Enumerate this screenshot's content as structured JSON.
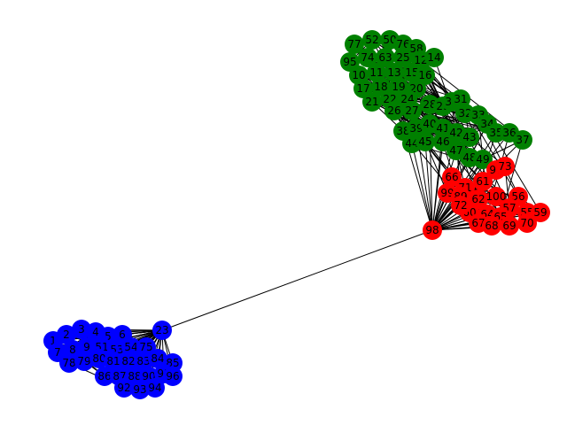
{
  "colors": {
    "green_cluster": "#008000",
    "red_cluster": "#ff0000",
    "blue_cluster": "#0000ff",
    "edge": "#000000",
    "label": "#000000"
  },
  "clusters": {
    "green": {
      "color_key": "green_cluster",
      "nodes": [
        "77",
        "52",
        "50",
        "76",
        "58",
        "95",
        "74",
        "63",
        "25",
        "12",
        "14",
        "10",
        "11",
        "13",
        "15",
        "16",
        "17",
        "18",
        "19",
        "20",
        "21",
        "22",
        "24",
        "26",
        "27",
        "28",
        "29",
        "30",
        "31",
        "32",
        "33",
        "34",
        "35",
        "36",
        "37",
        "38",
        "39",
        "40",
        "41",
        "42",
        "43",
        "44",
        "45",
        "46",
        "47",
        "48",
        "49"
      ]
    },
    "red": {
      "color_key": "red_cluster",
      "nodes": [
        "98",
        "97",
        "66",
        "61",
        "71",
        "99",
        "89",
        "62",
        "100",
        "56",
        "57",
        "55",
        "59",
        "60",
        "64",
        "65",
        "67",
        "68",
        "69",
        "70",
        "72",
        "73"
      ]
    },
    "blue": {
      "color_key": "blue_cluster",
      "nodes": [
        "23",
        "1",
        "2",
        "3",
        "4",
        "5",
        "6",
        "7",
        "8",
        "9",
        "51",
        "53",
        "54",
        "75",
        "78",
        "79",
        "80",
        "81",
        "82",
        "83",
        "84",
        "85",
        "86",
        "87",
        "88",
        "90",
        "91",
        "92",
        "93",
        "94",
        "96"
      ]
    }
  },
  "bridge_edge": [
    "98",
    "23"
  ]
}
